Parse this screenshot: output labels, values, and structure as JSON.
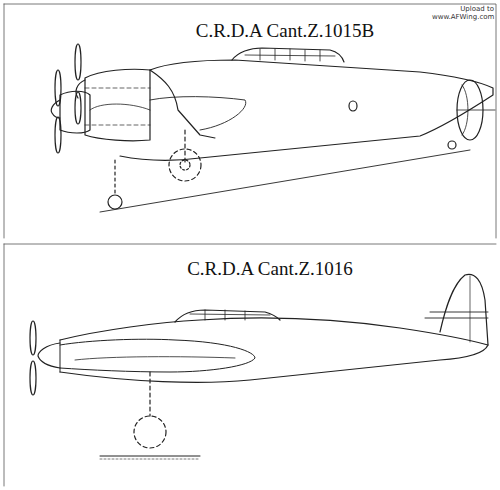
{
  "diagram": {
    "labels": [
      "C.R.D.A Cant.Z.1015B",
      "C.R.D.A Cant.Z.1016",
      "Upload to www.AFWing.com"
    ]
  }
}
